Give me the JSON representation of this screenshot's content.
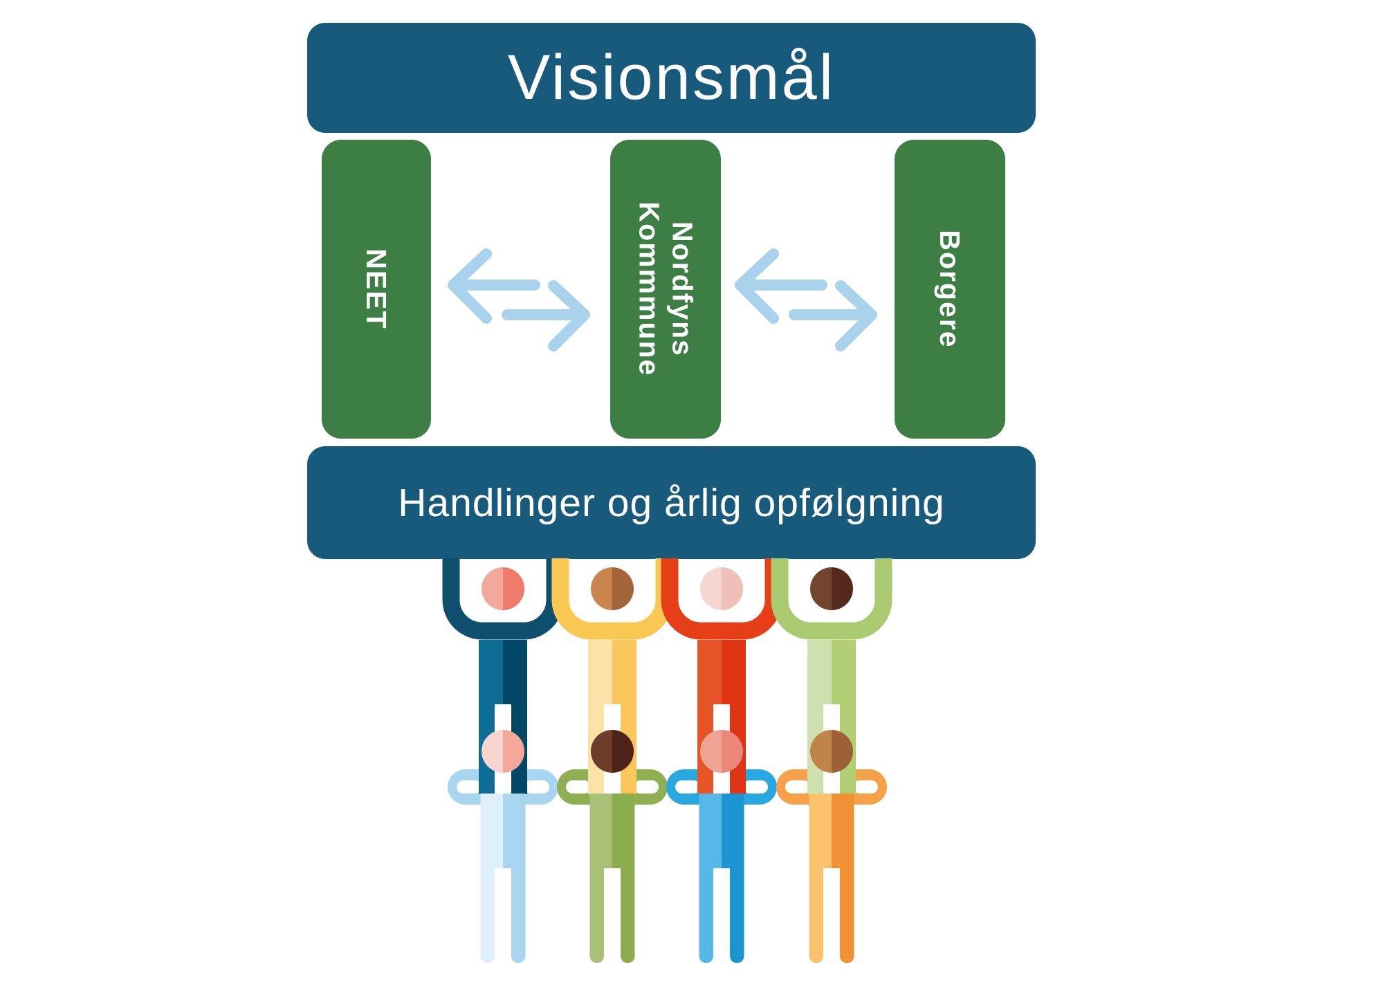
{
  "top_bar": {
    "label": "Visionsmål"
  },
  "pillars": [
    {
      "id": "neet",
      "label": "NEET"
    },
    {
      "id": "nordfyns-kommune",
      "label": "Nordfyns\nKommmune"
    },
    {
      "id": "borgere",
      "label": "Borgere"
    }
  ],
  "bottom_bar": {
    "label": "Handlinger og årlig opfølgning"
  },
  "colors": {
    "bar_blue": "#175a7c",
    "pillar_green": "#3c7e43",
    "arrow_blue": "#a9d2ec",
    "text_white": "#ffffff",
    "background": "#ffffff"
  },
  "icons": {
    "exchange_arrows": "left-right-exchange-arrows"
  },
  "people": {
    "back_row": [
      {
        "name": "teal",
        "arm": "#0f4f6e",
        "torso_left": "#0d6d95",
        "torso_right": "#024866",
        "head_left": "#f2a89c",
        "head_right": "#ee7b6b"
      },
      {
        "name": "yellow",
        "arm": "#f9c853",
        "torso_left": "#fce2a7",
        "torso_right": "#fbc75c",
        "head_left": "#c9854d",
        "head_right": "#a3643a"
      },
      {
        "name": "red",
        "arm": "#e63e16",
        "torso_left": "#e65528",
        "torso_right": "#e03414",
        "head_left": "#f6d6d0",
        "head_right": "#eec0b8"
      },
      {
        "name": "green",
        "arm": "#aacb72",
        "torso_left": "#cfe0af",
        "torso_right": "#b2d073",
        "head_left": "#73452f",
        "head_right": "#542a1c"
      }
    ],
    "front_row": [
      {
        "name": "light-blue",
        "body": "#a8d6f0",
        "torso_left": "#dfeffb",
        "torso_right": "#a8d6f0",
        "head_left": "#f8d6ce",
        "head_right": "#f5a89a"
      },
      {
        "name": "olive",
        "body": "#8fb052",
        "torso_left": "#a9c177",
        "torso_right": "#8aad4e",
        "head_left": "#6d3d2a",
        "head_right": "#4e2418"
      },
      {
        "name": "blue",
        "body": "#29a7e1",
        "torso_left": "#55b8e7",
        "torso_right": "#1b95d2",
        "head_left": "#f0a494",
        "head_right": "#e8877a"
      },
      {
        "name": "orange",
        "body": "#f5a149",
        "torso_left": "#fac26d",
        "torso_right": "#f19035",
        "head_left": "#c08449",
        "head_right": "#9c6134"
      }
    ]
  }
}
